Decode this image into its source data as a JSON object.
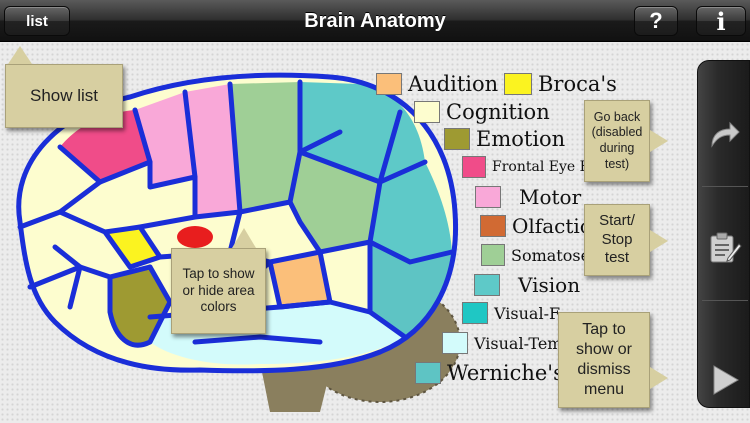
{
  "header": {
    "title": "Brain Anatomy",
    "list_button": "list",
    "help_button": "?",
    "info_button": "i"
  },
  "legend": [
    {
      "label": "Audition",
      "color": "#fbbf7a"
    },
    {
      "label": "Broca's",
      "color": "#fbf320"
    },
    {
      "label": "Cognition",
      "color": "#fdfdcf"
    },
    {
      "label": "Emotion",
      "color": "#9e9a32"
    },
    {
      "label": "Frontal Eye Fi",
      "color": "#f04c89"
    },
    {
      "label": "Motor",
      "color": "#f9a8d8"
    },
    {
      "label": "Olfactio",
      "color": "#d16a33"
    },
    {
      "label": "Somatose",
      "color": "#9fcf96"
    },
    {
      "label": "Vision",
      "color": "#5ec9c8"
    },
    {
      "label": "Visual-F",
      "color": "#1fc7c4"
    },
    {
      "label": "Visual-Tem",
      "color": "#d3fbfb"
    },
    {
      "label": "Werniche's",
      "color": "#5ec4c4"
    }
  ],
  "tips": {
    "show_list": "Show list",
    "area_colors": "Tap to show or hide area colors",
    "go_back": "Go back (disabled during test)",
    "start_stop": "Start/ Stop test",
    "menu": "Tap to show or dismiss menu"
  },
  "colors": {
    "outline": "#1a2ed8",
    "tip_bg": "#d7cfa1"
  }
}
